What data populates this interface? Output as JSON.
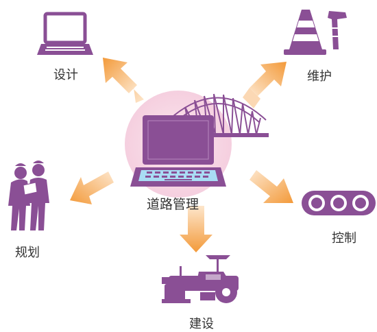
{
  "diagram": {
    "center": {
      "label": "道路管理",
      "icon": "laptop-bridge-icon"
    },
    "nodes": [
      {
        "id": "design",
        "label": "设计",
        "icon": "laptop-icon"
      },
      {
        "id": "maintenance",
        "label": "维护",
        "icon": "traffic-cone-hammer-icon"
      },
      {
        "id": "planning",
        "label": "规划",
        "icon": "workers-blueprint-icon"
      },
      {
        "id": "control",
        "label": "控制",
        "icon": "traffic-light-icon"
      },
      {
        "id": "construction",
        "label": "建设",
        "icon": "road-roller-icon"
      }
    ]
  },
  "colors": {
    "icon_purple": "#8a4f95",
    "icon_light_purple": "#b888c0",
    "arrow_orange": "#f39a3a",
    "arrow_light": "#fde6cc",
    "center_glow": "#f7d3e2",
    "screen_blue": "#a9dcf4",
    "label_text": "#333333"
  }
}
